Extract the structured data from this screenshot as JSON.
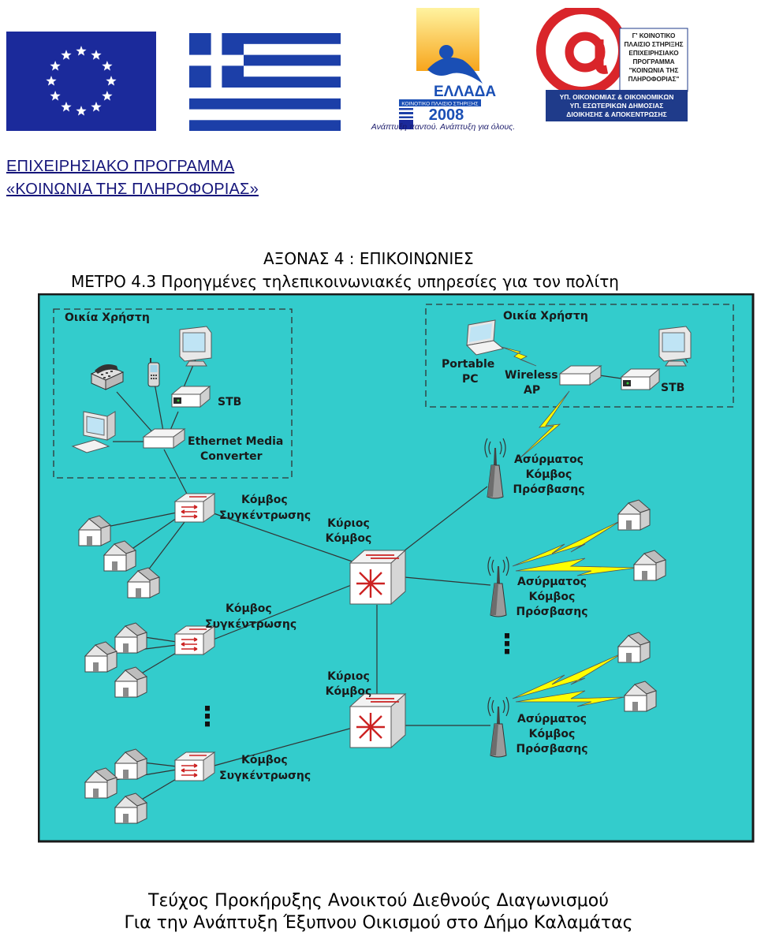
{
  "logos": {
    "eu_flag": "eu-flag",
    "greek_flag": "greek-flag",
    "ellada2008": {
      "name": "ΕΛΛΑΔΑ",
      "sub": "ΚΟΙΝΟΤΙΚΟ ΠΛΑΙΣΙΟ ΣΤΗΡΙΞΗΣ",
      "year": "2008",
      "slogan": "Ανάπτυξη παντού. Ανάπτυξη για όλους."
    },
    "infosoc": {
      "box_lines": [
        "Γ' ΚΟΙΝΟΤΙΚΟ",
        "ΠΛΑΙΣΙΟ ΣΤΗΡΙΞΗΣ",
        "ΕΠΙΧΕΙΡΗΣΙΑΚΟ",
        "ΠΡΟΓΡΑΜΜΑ",
        "\"ΚΟΙΝΩΝΙΑ ΤΗΣ",
        "ΠΛΗΡΟΦΟΡΙΑΣ\""
      ],
      "ministry_lines": [
        "ΥΠ. ΟΙΚΟΝΟΜΙΑΣ & ΟΙΚΟΝΟΜΙΚΩΝ",
        "ΥΠ. ΕΣΩΤΕΡΙΚΩΝ ΔΗΜΟΣΙΑΣ",
        "ΔΙΟΙΚΗΣΗΣ & ΑΠΟΚΕΝΤΡΩΣΗΣ"
      ]
    }
  },
  "programme": {
    "line1": "ΕΠΙΧΕΙΡΗΣΙΑΚΟ ΠΡΟΓΡΑΜΜΑ",
    "line2": "«ΚΟΙΝΩΝΙΑ ΤΗΣ ΠΛΗΡΟΦΟΡΙΑΣ»"
  },
  "axis": {
    "line1": "ΑΞΟΝΑΣ 4 : ΕΠΙΚΟΙΝΩΝΙΕΣ",
    "line2": "ΜΕΤΡΟ 4.3  Προηγμένες τηλεπικοινωνιακές υπηρεσίες για τον πολίτη"
  },
  "diagram": {
    "colors": {
      "background": "#33cccc",
      "border": "#1a1a1a",
      "bolt": "#ffff00"
    },
    "home_left": {
      "title": "Οικία Χρήστη",
      "stb": "STB",
      "emc_line1": "Ethernet Media",
      "emc_line2": "Converter"
    },
    "home_right": {
      "title": "Οικία Χρήστη",
      "pc_line1": "Portable",
      "pc_line2": "PC",
      "ap_line1": "Wireless",
      "ap_line2": "AP",
      "stb": "STB"
    },
    "agg_label_line1": "Κόμβος",
    "agg_label_line2": "Συγκέντρωσης",
    "main_label_line1": "Κύριος",
    "main_label_line2": "Κόμβος",
    "wireless_label_line1": "Ασύρματος",
    "wireless_label_line2": "Κόμβος",
    "wireless_label_line3": "Πρόσβασης",
    "ellipsis": "⋮"
  },
  "footer": {
    "line1": "Τεύχος Προκήρυξης Ανοικτού Διεθνούς Διαγωνισμού",
    "line2": "Για την Ανάπτυξη Έξυπνου Οικισμού στο Δήμο Καλαμάτας"
  }
}
